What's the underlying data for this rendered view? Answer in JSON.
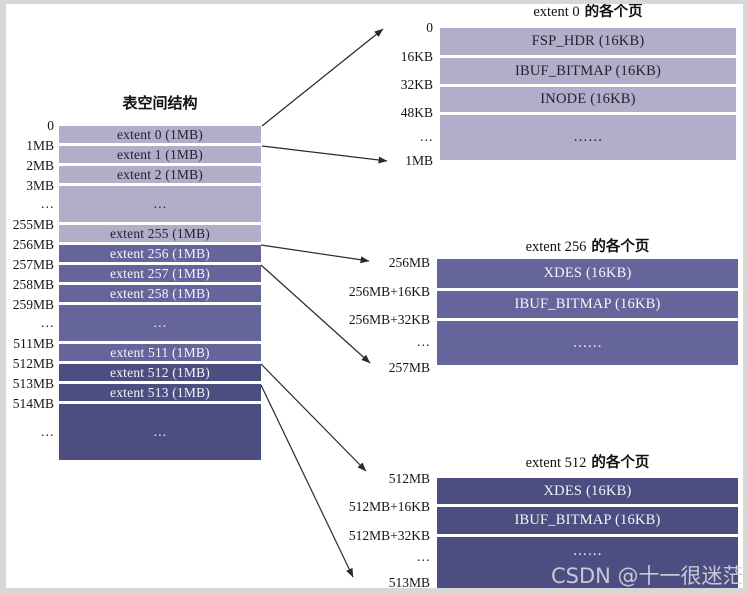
{
  "colors": {
    "extent_light": "#b1aeca",
    "extent_medium": "#66659b",
    "extent_dark": "#4c4e81",
    "arrow": "#2b2b2b",
    "page_bg": "#ffffff"
  },
  "watermark": "CSDN @十一很迷茫",
  "left_panel": {
    "title": "表空间结构",
    "axis_labels": [
      "0",
      "1MB",
      "2MB",
      "3MB",
      "…",
      "255MB",
      "256MB",
      "257MB",
      "258MB",
      "259MB",
      "…",
      "511MB",
      "512MB",
      "513MB",
      "514MB",
      "…"
    ],
    "rows": [
      "extent 0 (1MB)",
      "extent 1 (1MB)",
      "extent 2 (1MB)",
      "…",
      "extent 255 (1MB)",
      "extent 256 (1MB)",
      "extent 257 (1MB)",
      "extent 258 (1MB)",
      "…",
      "extent 511 (1MB)",
      "extent 512 (1MB)",
      "extent 513 (1MB)",
      "…"
    ]
  },
  "extent0_panel": {
    "title_en": "extent 0",
    "title_cjk": "的各个页",
    "axis_labels": [
      "0",
      "16KB",
      "32KB",
      "48KB",
      "…",
      "1MB"
    ],
    "rows": [
      "FSP_HDR (16KB)",
      "IBUF_BITMAP (16KB)",
      "INODE (16KB)",
      "……"
    ]
  },
  "extent256_panel": {
    "title_en": "extent 256",
    "title_cjk": "的各个页",
    "axis_labels": [
      "256MB",
      "256MB+16KB",
      "256MB+32KB",
      "…",
      "257MB"
    ],
    "rows": [
      "XDES (16KB)",
      "IBUF_BITMAP (16KB)",
      "……"
    ]
  },
  "extent512_panel": {
    "title_en": "extent 512",
    "title_cjk": "的各个页",
    "axis_labels": [
      "512MB",
      "512MB+16KB",
      "512MB+32KB",
      "…",
      "513MB"
    ],
    "rows": [
      "XDES (16KB)",
      "IBUF_BITMAP (16KB)",
      "……"
    ]
  }
}
